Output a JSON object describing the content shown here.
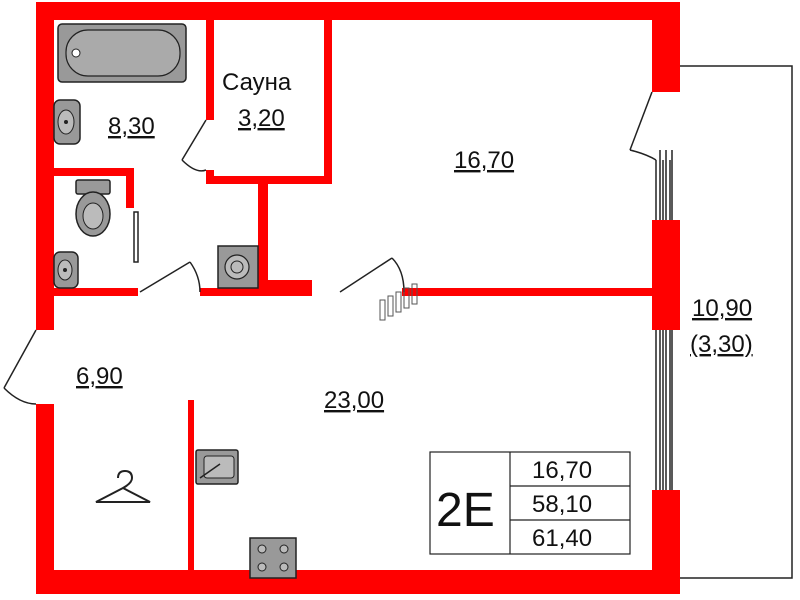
{
  "rooms": {
    "bathroom_area": "8,30",
    "sauna_label": "Сауна",
    "sauna_area": "3,20",
    "bedroom_area": "16,70",
    "hall_area": "6,90",
    "kitchen_living_area": "23,00",
    "balcony_area": "10,90",
    "balcony_reduced_area": "(3,30)"
  },
  "legend": {
    "type": "2E",
    "living_area": "16,70",
    "total_area": "58,10",
    "total_with_balcony": "61,40"
  },
  "colors": {
    "wall": "#ff0000",
    "fixture_fill": "#999999",
    "fixture_stroke": "#222222",
    "line": "#222222"
  }
}
